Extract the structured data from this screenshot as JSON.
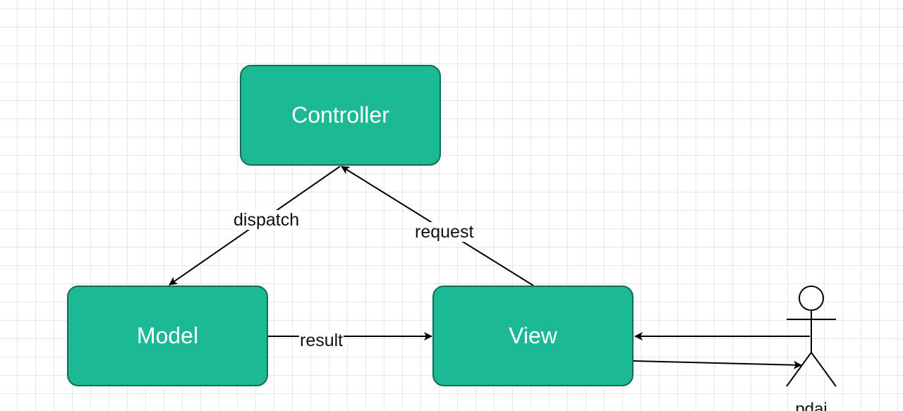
{
  "diagram": {
    "nodes": {
      "controller": "Controller",
      "model": "Model",
      "view": "View"
    },
    "edges": {
      "dispatch": "dispatch",
      "request": "request",
      "result": "result"
    },
    "actor": {
      "name": "pdai"
    }
  },
  "colors": {
    "node_fill": "#1bb994",
    "node_border": "#146b56",
    "node_text": "#ffffff",
    "edge": "#000000",
    "grid": "#e6e6e6"
  }
}
